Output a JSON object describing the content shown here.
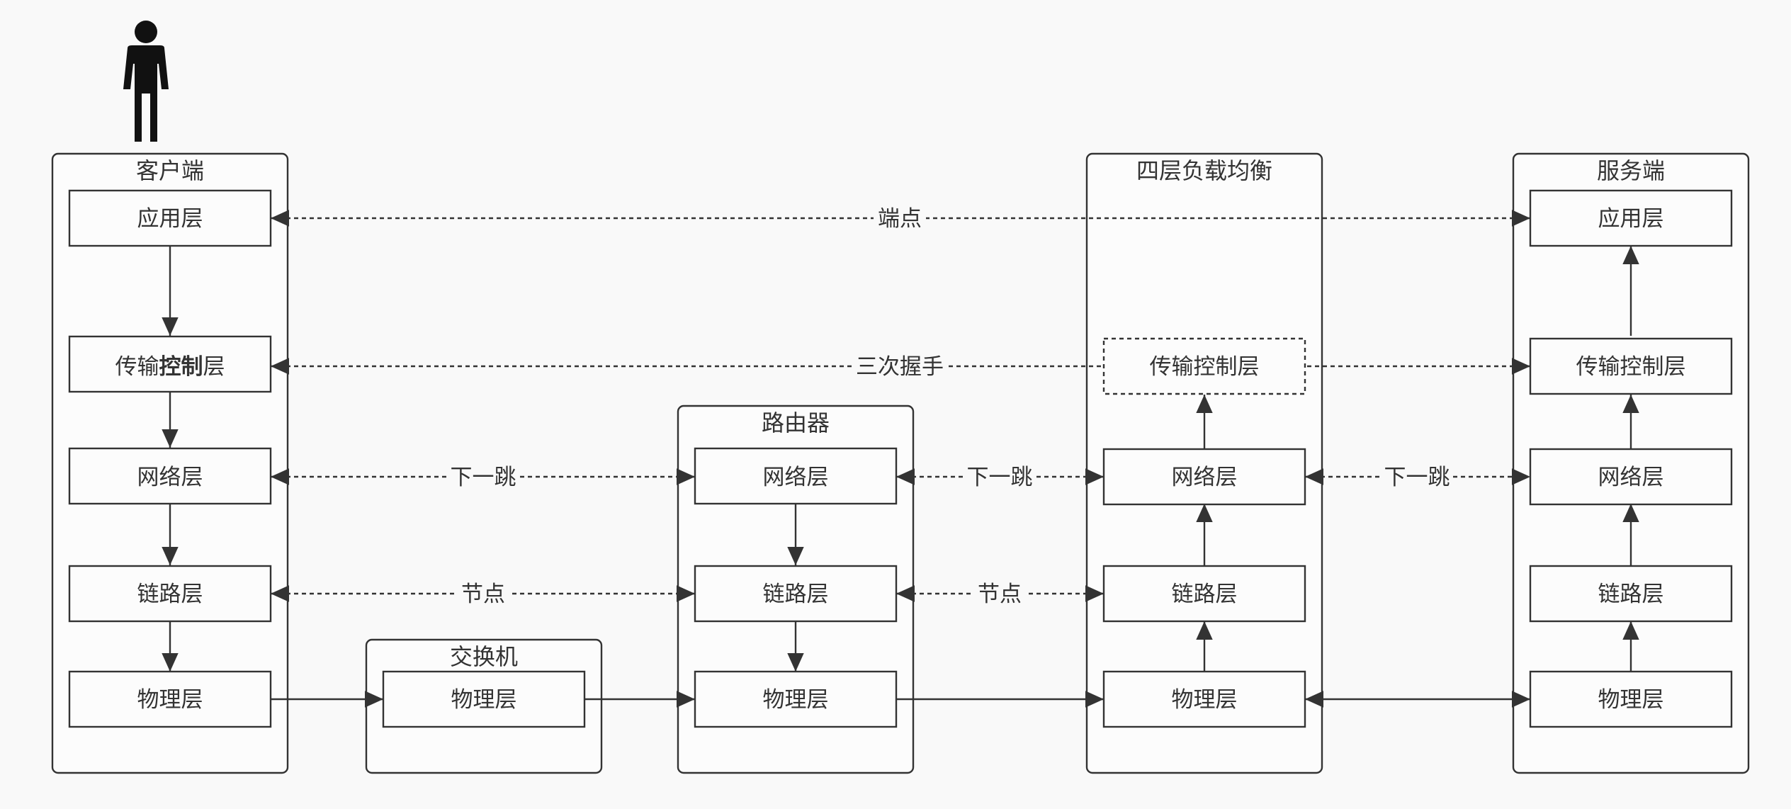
{
  "groups": {
    "client": {
      "title": "客户端",
      "app": "应用层",
      "transport_pre": "传输",
      "transport_bold": "控制",
      "transport_post": "层",
      "network": "网络层",
      "link": "链路层",
      "physical": "物理层"
    },
    "switch": {
      "title": "交换机",
      "physical": "物理层"
    },
    "router": {
      "title": "路由器",
      "network": "网络层",
      "link": "链路层",
      "physical": "物理层"
    },
    "l4lb": {
      "title": "四层负载均衡",
      "transport": "传输控制层",
      "network": "网络层",
      "link": "链路层",
      "physical": "物理层"
    },
    "server": {
      "title": "服务端",
      "app": "应用层",
      "transport": "传输控制层",
      "network": "网络层",
      "link": "链路层",
      "physical": "物理层"
    }
  },
  "edges": {
    "endpoint": "端点",
    "handshake": "三次握手",
    "next_hop": "下一跳",
    "node": "节点"
  },
  "icons": {
    "user": "person-icon"
  },
  "colors": {
    "stroke": "#333333",
    "background": "#f9f9f9",
    "box_fill": "#fcfcfc"
  }
}
